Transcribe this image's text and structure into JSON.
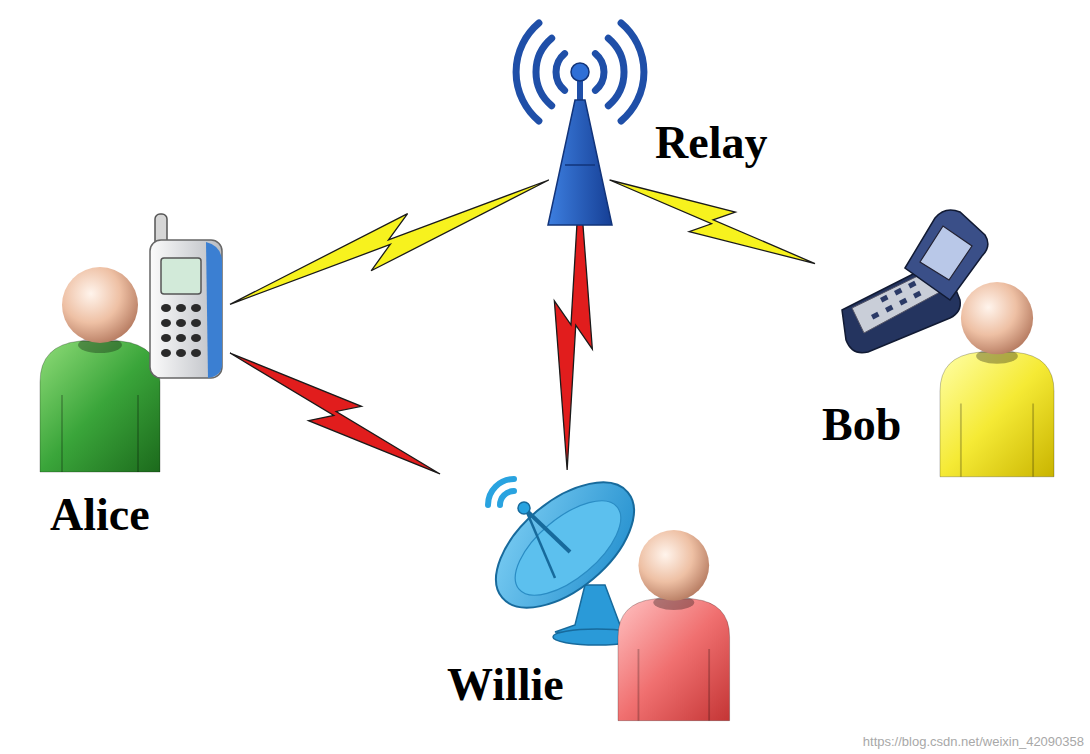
{
  "diagram": {
    "nodes": [
      {
        "text": [
          "Relay"
        ]
      },
      {
        "text": [
          "Alice"
        ]
      },
      {
        "text": [
          "Bob"
        ]
      },
      {
        "text": [
          "Willie"
        ]
      }
    ],
    "edges": [
      {
        "from": 1,
        "to": 0,
        "arrow": "none"
      },
      {
        "from": 0,
        "to": 2,
        "arrow": "none"
      },
      {
        "from": 1,
        "to": 3,
        "arrow": "none"
      },
      {
        "from": 0,
        "to": 3,
        "arrow": "none"
      }
    ],
    "labels": [
      "https://blog.csdn.net/weixin_42090358"
    ]
  }
}
